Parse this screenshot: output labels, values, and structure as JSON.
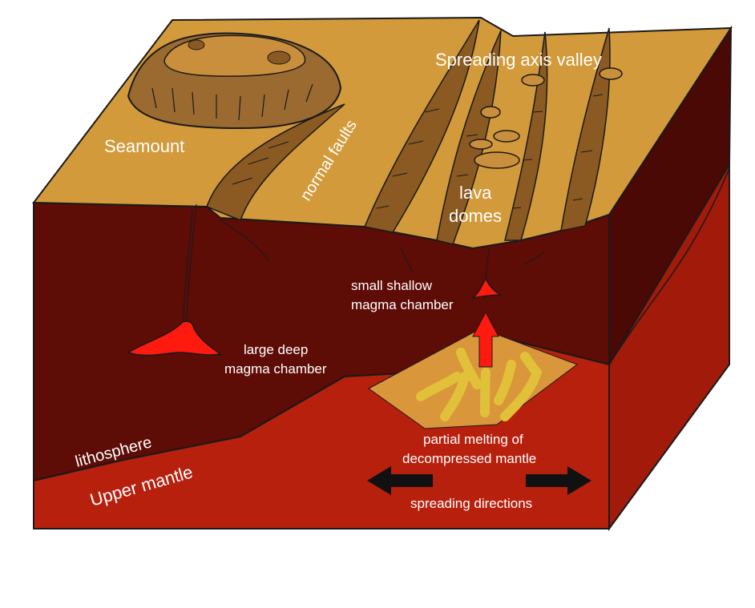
{
  "labels": {
    "spreading_axis_valley": "Spreading axis valley",
    "seamount": "Seamount",
    "normal_faults": "normal faults",
    "lava_domes_line1": "lava",
    "lava_domes_line2": "domes",
    "small_chamber_line1": "small shallow",
    "small_chamber_line2": "magma chamber",
    "large_chamber_line1": "large deep",
    "large_chamber_line2": "magma chamber",
    "lithosphere": "lithosphere",
    "upper_mantle": "Upper mantle",
    "partial_melting_line1": "partial melting of",
    "partial_melting_line2": "decompressed mantle",
    "spreading_directions": "spreading directions"
  },
  "colors": {
    "seafloor": "#D29A3A",
    "seafloor_dark": "#8A5A22",
    "seamount": "#9A6A30",
    "lithosphere": "#5E0C06",
    "lithosphere_side": "#4A0905",
    "upper_mantle": "#B8200E",
    "upper_mantle_side": "#A11A0A",
    "melt_zone": "#D9963A",
    "melt_streaks": "#E2C13A",
    "magma": "#FF1A10",
    "arrows": "#111111",
    "outline": "#1a1a1a"
  }
}
